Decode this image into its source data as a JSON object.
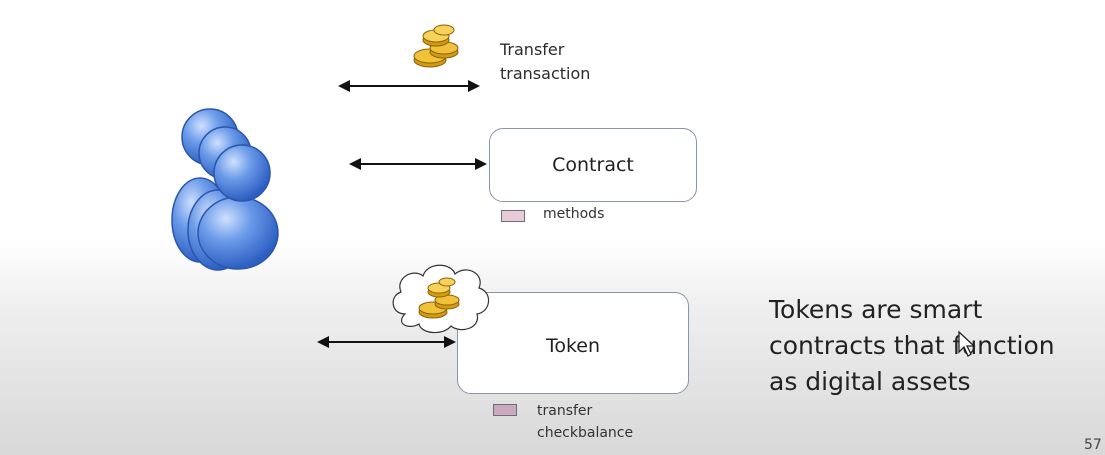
{
  "transfer": {
    "line1": "Transfer",
    "line2": "transaction"
  },
  "contract": {
    "title": "Contract",
    "legend": "methods",
    "legend_color": "#e9cbd8"
  },
  "token": {
    "title": "Token",
    "legend_line1": "transfer",
    "legend_line2": "checkbalance",
    "legend_color": "#c9a9bb"
  },
  "caption": {
    "line1": "Tokens are smart",
    "line2": "contracts that function",
    "line3": "as digital assets"
  },
  "page_number": "57",
  "colors": {
    "arrow": "#111111",
    "user_fill": "#5b8ee6",
    "coin": "#e8b321"
  }
}
